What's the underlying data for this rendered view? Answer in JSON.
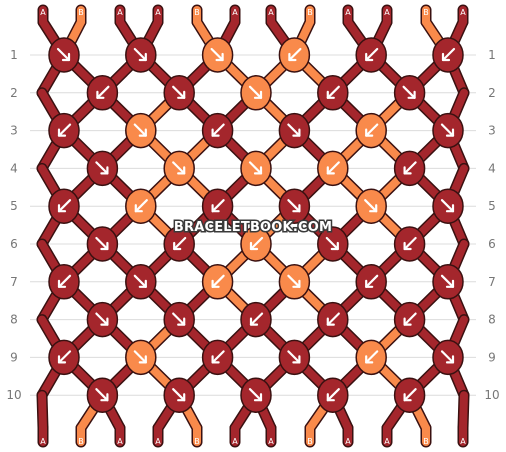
{
  "watermark": "BRACELETBOOK.COM",
  "colors": {
    "A": "#a4262c",
    "B": "#f98a4b",
    "outline": "#3a1111",
    "grid": "#dcdcdc",
    "arrow": "#ffffff"
  },
  "row_numbers": [
    "1",
    "2",
    "3",
    "4",
    "5",
    "6",
    "7",
    "8",
    "9",
    "10"
  ],
  "top_strings": [
    "A",
    "B",
    "A",
    "A",
    "B",
    "A",
    "A",
    "B",
    "A",
    "A",
    "B",
    "A"
  ],
  "bottom_strings": [
    "A",
    "B",
    "A",
    "A",
    "B",
    "A",
    "A",
    "B",
    "A",
    "A",
    "B",
    "A"
  ],
  "knot_rows": [
    [
      {
        "c": "A",
        "d": "right"
      },
      {
        "c": "A",
        "d": "right"
      },
      {
        "c": "B",
        "d": "right"
      },
      {
        "c": "B",
        "d": "left"
      },
      {
        "c": "A",
        "d": "left"
      },
      {
        "c": "A",
        "d": "left"
      }
    ],
    [
      {
        "c": "A",
        "d": "left"
      },
      {
        "c": "A",
        "d": "right"
      },
      {
        "c": "B",
        "d": "right"
      },
      {
        "c": "A",
        "d": "left"
      },
      {
        "c": "A",
        "d": "right"
      }
    ],
    [
      {
        "c": "A",
        "d": "left"
      },
      {
        "c": "B",
        "d": "right"
      },
      {
        "c": "A",
        "d": "left"
      },
      {
        "c": "A",
        "d": "right"
      },
      {
        "c": "B",
        "d": "left"
      },
      {
        "c": "A",
        "d": "right"
      }
    ],
    [
      {
        "c": "A",
        "d": "right"
      },
      {
        "c": "B",
        "d": "right"
      },
      {
        "c": "B",
        "d": "right"
      },
      {
        "c": "B",
        "d": "left"
      },
      {
        "c": "A",
        "d": "left"
      }
    ],
    [
      {
        "c": "A",
        "d": "left"
      },
      {
        "c": "B",
        "d": "left"
      },
      {
        "c": "A",
        "d": "left"
      },
      {
        "c": "A",
        "d": "right"
      },
      {
        "c": "B",
        "d": "right"
      },
      {
        "c": "A",
        "d": "right"
      }
    ],
    [
      {
        "c": "A",
        "d": "right"
      },
      {
        "c": "A",
        "d": "left"
      },
      {
        "c": "B",
        "d": "left"
      },
      {
        "c": "A",
        "d": "right"
      },
      {
        "c": "A",
        "d": "left"
      }
    ],
    [
      {
        "c": "A",
        "d": "left"
      },
      {
        "c": "A",
        "d": "right"
      },
      {
        "c": "B",
        "d": "left"
      },
      {
        "c": "B",
        "d": "right"
      },
      {
        "c": "A",
        "d": "left"
      },
      {
        "c": "A",
        "d": "right"
      }
    ],
    [
      {
        "c": "A",
        "d": "right"
      },
      {
        "c": "A",
        "d": "right"
      },
      {
        "c": "A",
        "d": "left"
      },
      {
        "c": "A",
        "d": "left"
      },
      {
        "c": "A",
        "d": "left"
      }
    ],
    [
      {
        "c": "A",
        "d": "left"
      },
      {
        "c": "B",
        "d": "right"
      },
      {
        "c": "A",
        "d": "left"
      },
      {
        "c": "A",
        "d": "right"
      },
      {
        "c": "B",
        "d": "left"
      },
      {
        "c": "A",
        "d": "right"
      }
    ],
    [
      {
        "c": "A",
        "d": "right"
      },
      {
        "c": "A",
        "d": "right"
      },
      {
        "c": "A",
        "d": "right"
      },
      {
        "c": "A",
        "d": "left"
      },
      {
        "c": "A",
        "d": "left"
      }
    ]
  ]
}
